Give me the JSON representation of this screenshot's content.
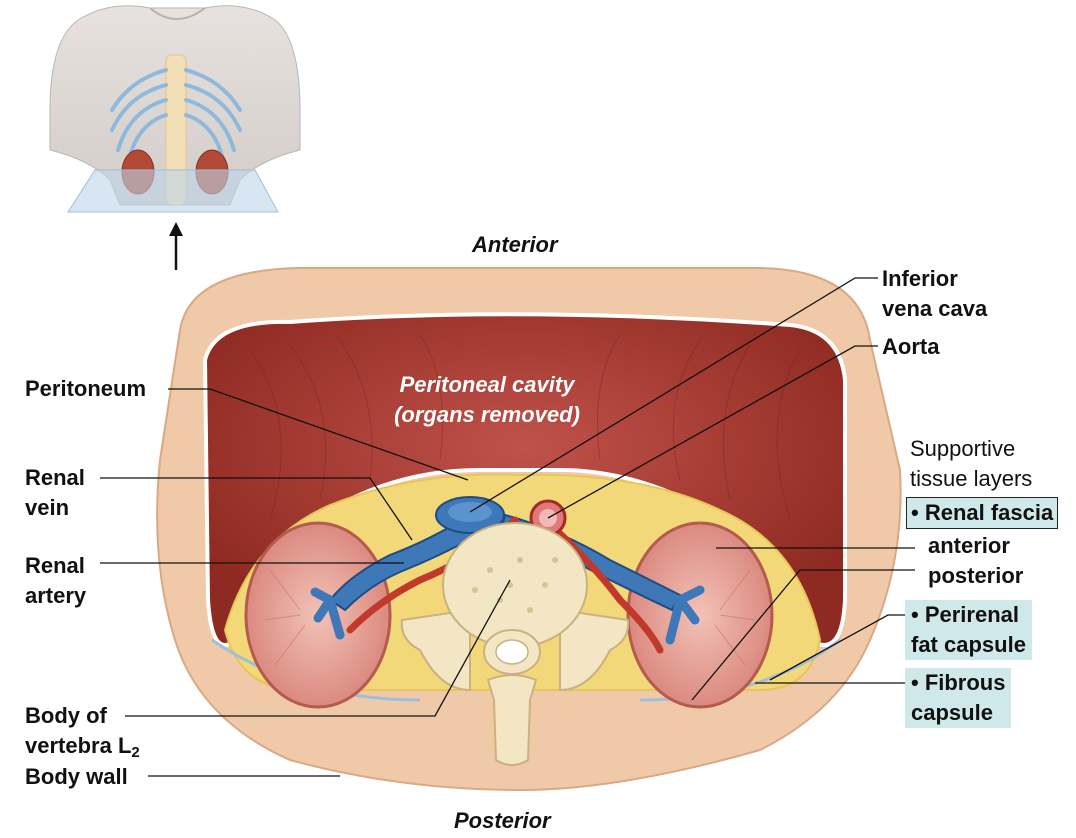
{
  "orientation": {
    "top": "Anterior",
    "bottom": "Posterior"
  },
  "cavity_label": {
    "line1": "Peritoneal cavity",
    "line2": "(organs removed)"
  },
  "left_labels": {
    "peritoneum": "Peritoneum",
    "renal_vein": [
      "Renal",
      "vein"
    ],
    "renal_artery": [
      "Renal",
      "artery"
    ],
    "body_of_vertebra": [
      "Body of",
      "vertebra L",
      "2"
    ],
    "body_wall": "Body wall"
  },
  "right_labels": {
    "inferior_vena_cava": [
      "Inferior",
      "vena cava"
    ],
    "aorta": "Aorta",
    "supportive_heading": [
      "Supportive",
      "tissue layers"
    ],
    "renal_fascia": "• Renal fascia",
    "anterior": "anterior",
    "posterior": "posterior",
    "perirenal_fat_capsule": [
      "• Perirenal",
      "fat capsule"
    ],
    "fibrous_capsule": [
      "• Fibrous",
      "capsule"
    ]
  },
  "colors": {
    "highlight": "#cfe8ea",
    "body_wall": "#f0c9a8",
    "muscle": "#a8372b",
    "vein": "#3f78b8",
    "artery": "#c0392b",
    "fat": "#f2d878",
    "kidney": "#e8a49a",
    "bone": "#f3e6c4"
  }
}
